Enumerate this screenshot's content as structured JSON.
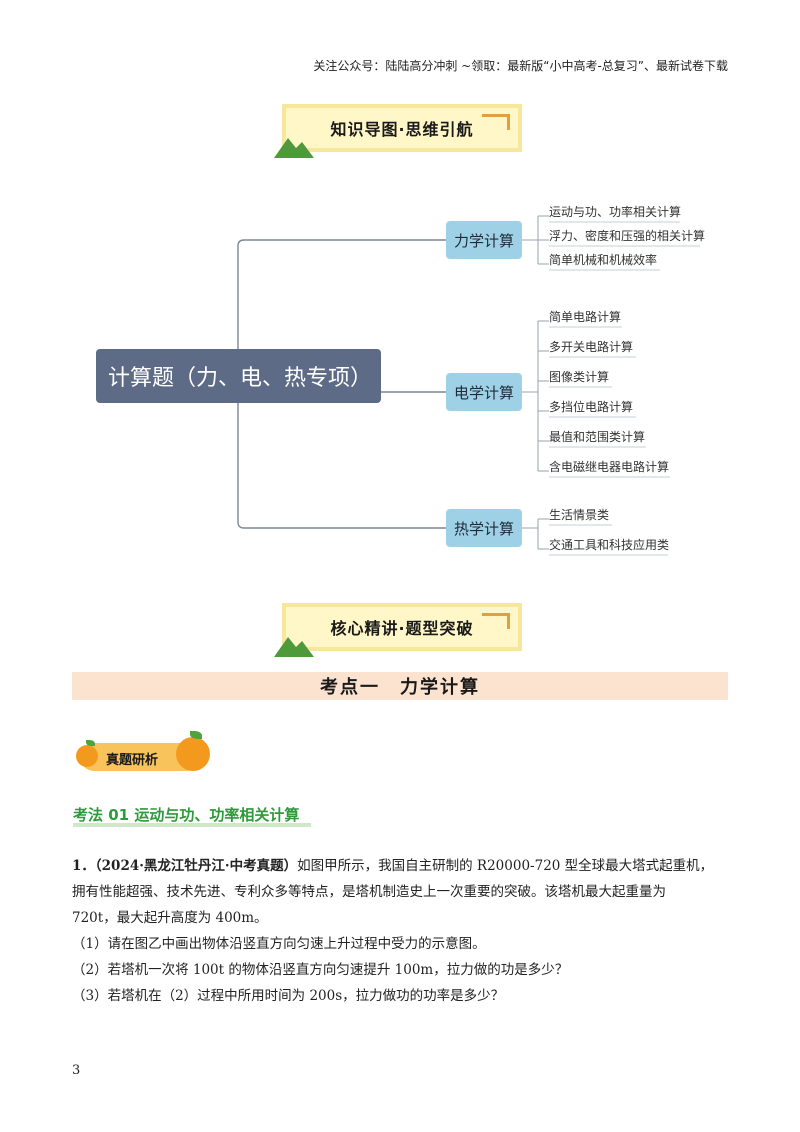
{
  "header": {
    "note": "关注公众号：陆陆高分冲刺 ~领取：最新版“小中高考-总复习”、最新试卷下载"
  },
  "banner1": {
    "title": "知识导图·思维引航"
  },
  "banner2": {
    "title": "核心精讲·题型突破"
  },
  "mindmap": {
    "root": "计算题（力、电、热专项）",
    "branches": [
      {
        "label": "力学计算",
        "leaves": [
          "运动与功、功率相关计算",
          "浮力、密度和压强的相关计算",
          "简单机械和机械效率"
        ]
      },
      {
        "label": "电学计算",
        "leaves": [
          "简单电路计算",
          "多开关电路计算",
          "图像类计算",
          "多挡位电路计算",
          "最值和范围类计算",
          "含电磁继电器电路计算"
        ]
      },
      {
        "label": "热学计算",
        "leaves": [
          "生活情景类",
          "交通工具和科技应用类"
        ]
      }
    ]
  },
  "section": {
    "title": "考点一　力学计算"
  },
  "badge": {
    "label": "真题研析"
  },
  "method": {
    "title": "考法 01  运动与功、功率相关计算"
  },
  "problem": {
    "number": "1．",
    "source": "（2024·黑龙江牡丹江·中考真题）",
    "line1_rest": "如图甲所示，我国自主研制的 R20000-720 型全球最大塔式起重机，",
    "line2": "拥有性能超强、技术先进、专利众多等特点，是塔机制造史上一次重要的突破。该塔机最大起重量为",
    "line3": "720t，最大起升高度为 400m。",
    "q1": "（1）请在图乙中画出物体沿竖直方向匀速上升过程中受力的示意图。",
    "q2": "（2）若塔机一次将 100t 的物体沿竖直方向匀速提升 100m，拉力做的功是多少？",
    "q3": "（3）若塔机在（2）过程中所用时间为 200s，拉力做功的功率是多少？"
  },
  "page": {
    "number": "3"
  },
  "colors": {
    "root_fill": "#5e6b86",
    "node_fill": "#9fd1e6",
    "section_fill": "#fbe3cf",
    "method_green": "#2e9a3a"
  }
}
